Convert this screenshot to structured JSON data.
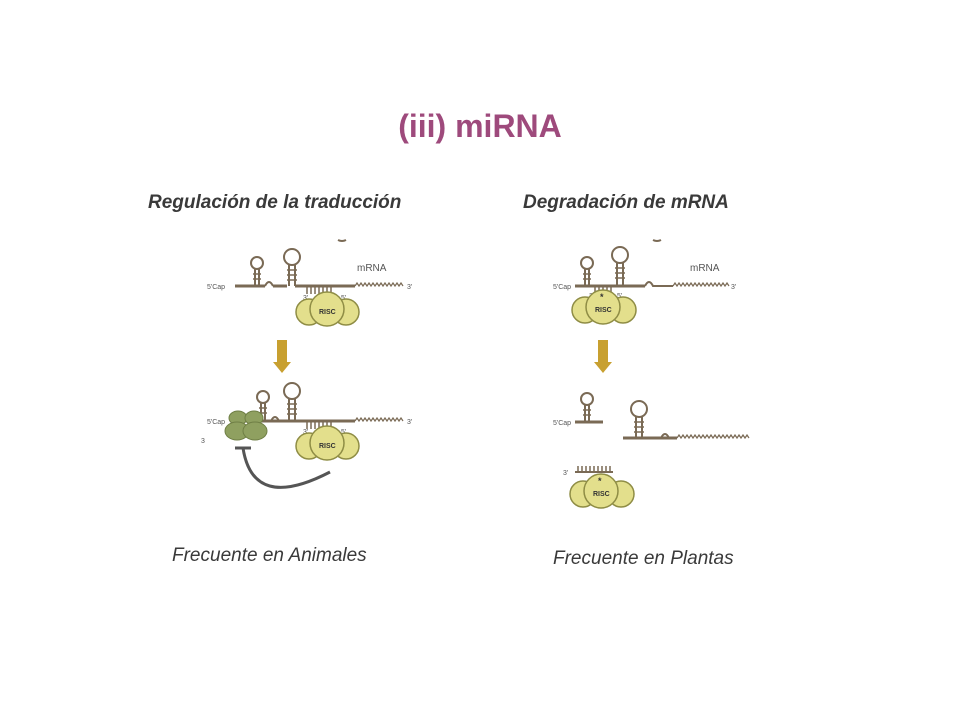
{
  "title": "(iii) miRNA",
  "colors": {
    "title": "#9e4a7c",
    "strand": "#7a6a55",
    "risc_fill": "#e3df8c",
    "risc_stroke": "#8f8d45",
    "ribosome": "#8fa060",
    "arrow": "#c8a030",
    "inhibition": "#555555"
  },
  "left": {
    "heading": "Regulación de la traducción",
    "caption": "Frecuente en Animales",
    "label_5cap": "5'Cap",
    "label_mrna": "mRNA",
    "label_3prime": "3'",
    "label_5prime": "5'",
    "label_risc": "RISC",
    "label_side": "3"
  },
  "right": {
    "heading": "Degradación de mRNA",
    "caption": "Frecuente en Plantas",
    "label_5cap": "5'Cap",
    "label_mrna": "mRNA",
    "label_3prime": "3'",
    "label_5prime": "5'",
    "label_risc": "RISC",
    "label_asterisk": "*"
  }
}
